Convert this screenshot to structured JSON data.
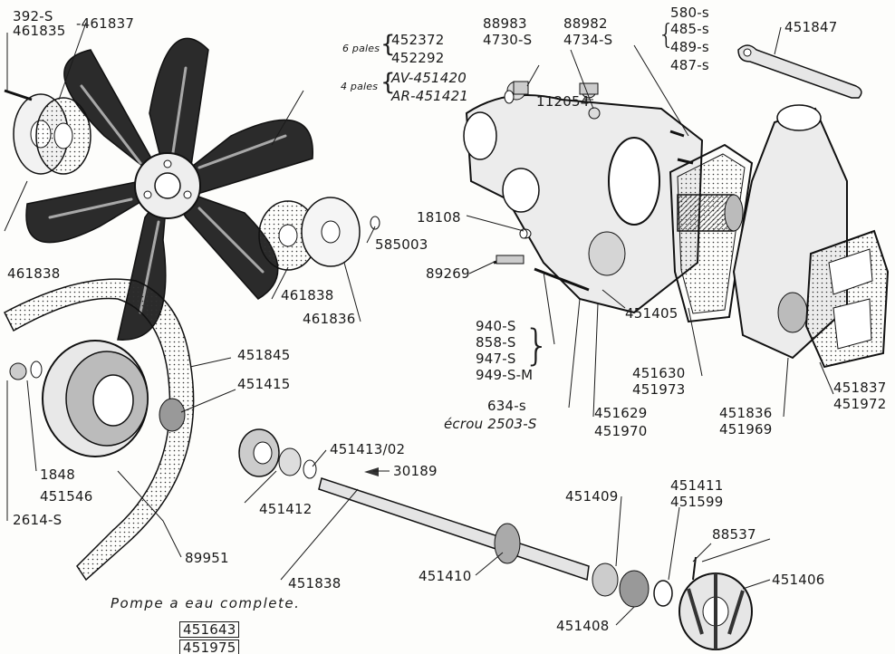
{
  "parts": {
    "p392s": "392-S",
    "p461835": "461835",
    "p461837a": "-461837",
    "p88983": "88983",
    "p4730s": "4730-S",
    "p88982": "88982",
    "p4734s": "4734-S",
    "p580s": "580-s",
    "p485s": "485-s",
    "p489s": "489-s",
    "p487s": "487-s",
    "p451847": "451847",
    "six_pales": "6 pales",
    "p452372": "452372",
    "p452292": "452292",
    "four_pales": "4 pales",
    "pAV": "AV-451420",
    "pAR": "AR-451421",
    "p112054": "112054",
    "p585003": "585003",
    "p18108": "18108",
    "p89269": "89269",
    "p461838a": "461838",
    "p461838b": "461838",
    "p461836": "461836",
    "p451405": "451405",
    "p940s": "940-S",
    "p858s": "858-S",
    "p947s": "947-S",
    "p949sm": "949-S-M",
    "p451845": "451845",
    "p451415": "451415",
    "p451630": "451630",
    "p451973": "451973",
    "p451837b": "451837",
    "p451972": "451972",
    "p634s": "634-s",
    "ecrou": "écrou 2503-S",
    "p451629": "451629",
    "p451970": "451970",
    "p451836b": "451836",
    "p451969": "451969",
    "p451413": "451413/02",
    "p30189": "30189",
    "p1848": "1848",
    "p451546": "451546",
    "p2614s": "2614-S",
    "p451412": "451412",
    "p451411": "451411",
    "p451599": "451599",
    "p451409": "451409",
    "p88537": "88537",
    "p89951": "89951",
    "p451838": "451838",
    "p451410": "451410",
    "p451406": "451406",
    "p451408": "451408",
    "caption": "Pompe a eau complete.",
    "box1": "451643",
    "box2": "451975"
  }
}
